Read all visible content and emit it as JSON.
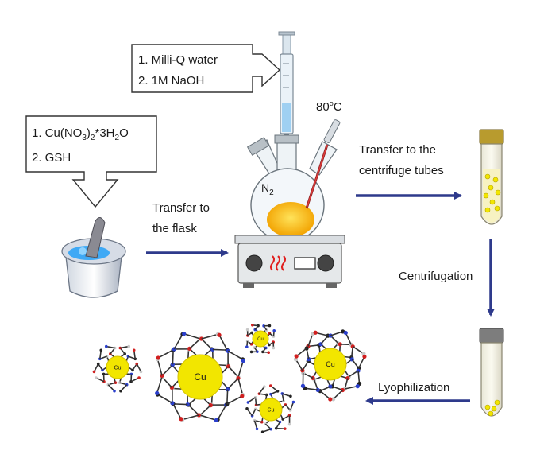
{
  "reagents_top": {
    "step1": "1.  Milli-Q water",
    "step2": "2.  1M NaOH"
  },
  "reagents_left": {
    "step1_prefix": "1.  Cu(NO",
    "step1_sub1": "3",
    "step1_mid": ")",
    "step1_sub2": "2",
    "step1_suffix": "*3H",
    "step1_sub3": "2",
    "step1_end": "O",
    "step2": "2.  GSH"
  },
  "temperature": {
    "value": "80",
    "unit": "C"
  },
  "gas": {
    "symbol": "N",
    "subscript": "2"
  },
  "labels": {
    "transfer_flask_1": "Transfer to",
    "transfer_flask_2": "the flask",
    "transfer_tubes_1": "Transfer to the",
    "transfer_tubes_2": "centrifuge tubes",
    "centrifugation": "Centrifugation",
    "lyophilization": "Lyophilization"
  },
  "nanoparticle_label": "Cu",
  "colors": {
    "arrow": "#2e3a8c",
    "gold": "#f2e600",
    "solution": "#f5b21a",
    "blue_powder": "#3fa9f5"
  }
}
